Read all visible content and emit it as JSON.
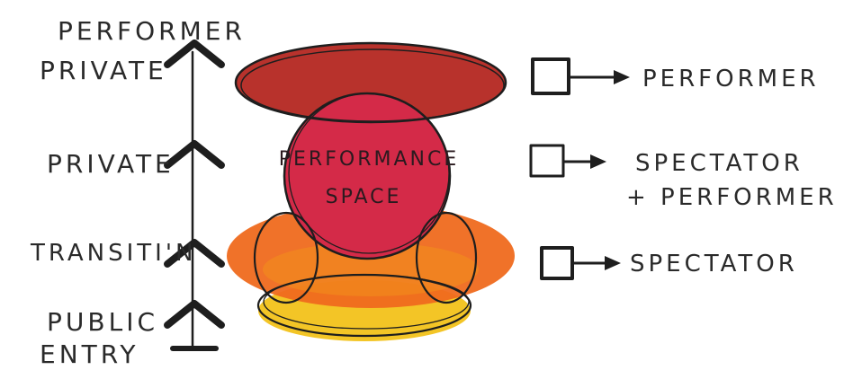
{
  "diagram": {
    "levels": {
      "performer_private": [
        "PERFORMER",
        "PRIVATE"
      ],
      "private": "PRIVATE",
      "transition": "TRANSITI'N",
      "public_entry": [
        "PUBLIC",
        "ENTRY"
      ]
    },
    "center_label": [
      "PERFORMANCE",
      "SPACE"
    ],
    "legend": {
      "performer": "PERFORMER",
      "spectator_performer": [
        "SPECTATOR",
        "+ PERFORMER"
      ],
      "spectator": "SPECTATOR"
    },
    "colors": {
      "performer_zone": "#b8322c",
      "performance_space": "#d42a48",
      "transition_zone": "#ef6a1e",
      "entry_zone": "#f2c21a",
      "ink": "#1e1e1e"
    }
  }
}
